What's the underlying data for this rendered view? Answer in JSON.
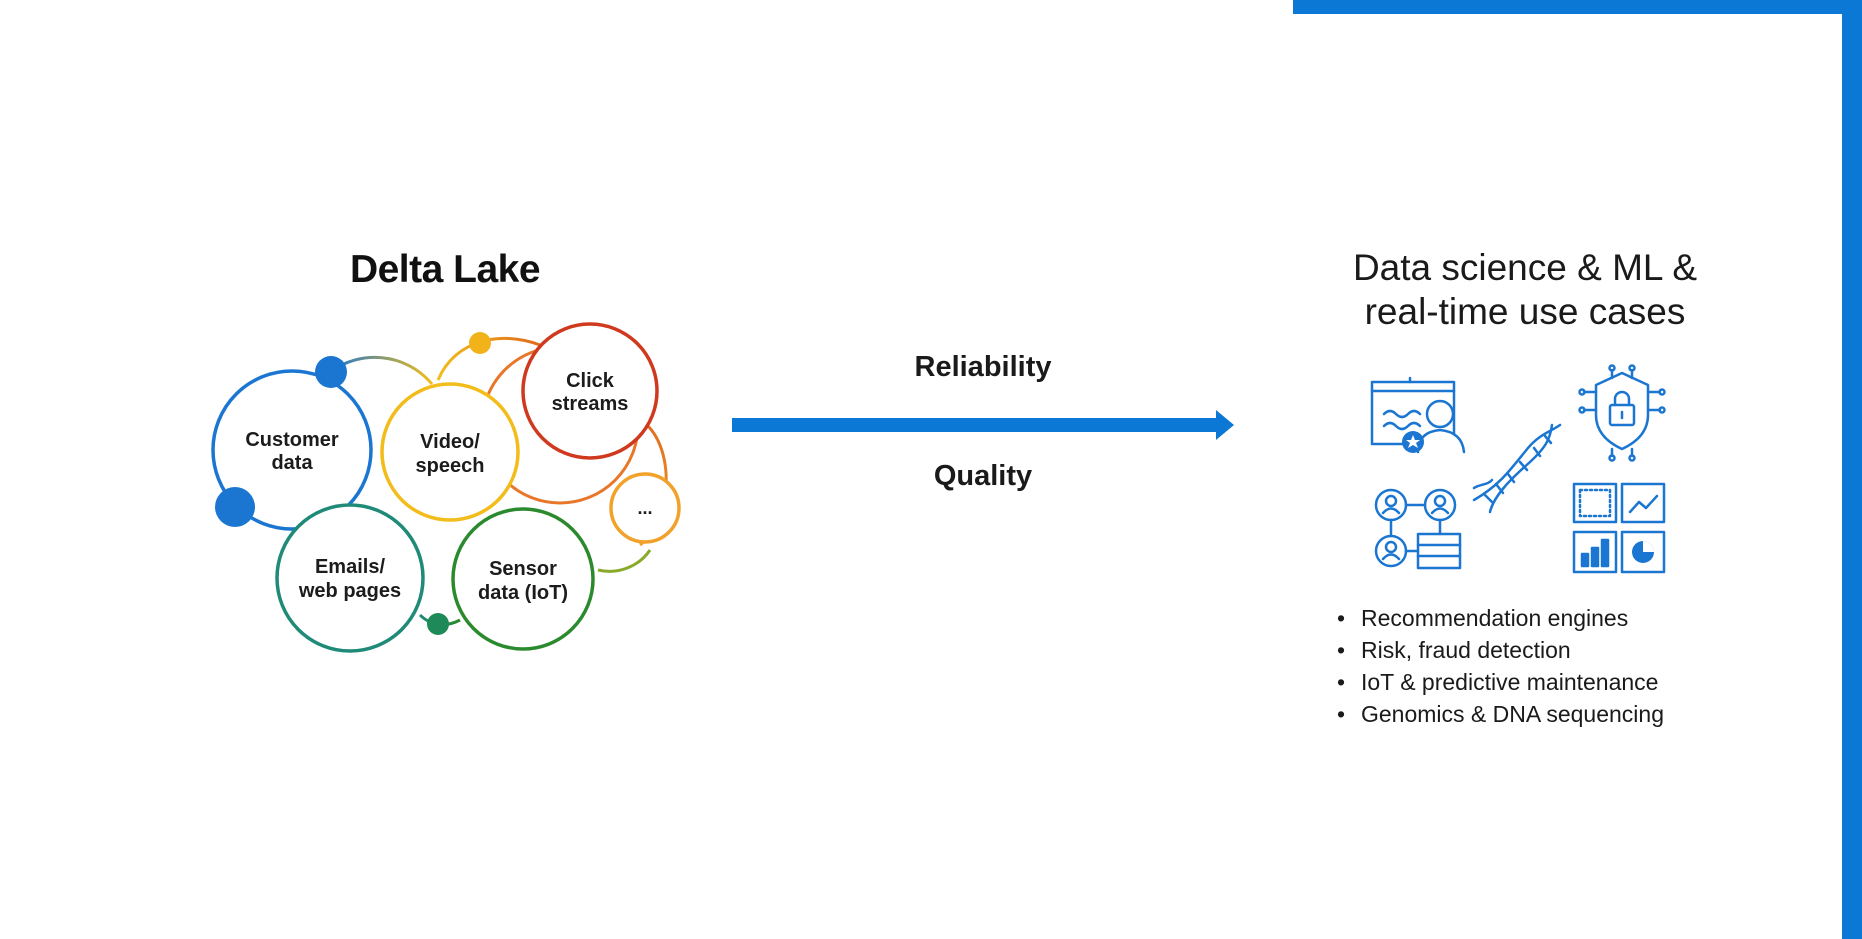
{
  "theme": {
    "accent": "#0a78d4"
  },
  "delta_lake": {
    "title": "Delta Lake",
    "bubbles": [
      {
        "id": "customer",
        "lines": [
          "Customer",
          "data"
        ],
        "color": "#1b76d2"
      },
      {
        "id": "video",
        "lines": [
          "Video/",
          "speech"
        ],
        "color": "#f2bd1a"
      },
      {
        "id": "click",
        "lines": [
          "Click",
          "streams"
        ],
        "color": "#cf3a1e"
      },
      {
        "id": "emails",
        "lines": [
          "Emails/",
          "web pages"
        ],
        "color": "#1f8a78"
      },
      {
        "id": "sensor",
        "lines": [
          "Sensor",
          "data (IoT)"
        ],
        "color": "#2b8a2e"
      },
      {
        "id": "more",
        "lines": [
          "..."
        ],
        "color": "#f2a12a"
      }
    ]
  },
  "flow": {
    "top_label": "Reliability",
    "bottom_label": "Quality"
  },
  "use_cases": {
    "title_line1": "Data science & ML &",
    "title_line2": "real-time use cases",
    "icons": [
      "whiteboard-person-icon",
      "dna-icon",
      "security-shield-icon",
      "people-network-icon",
      "dashboard-icon"
    ],
    "bullet_glyph": "•",
    "items": [
      "Recommendation engines",
      "Risk, fraud detection",
      "IoT & predictive maintenance",
      "Genomics & DNA sequencing"
    ]
  }
}
